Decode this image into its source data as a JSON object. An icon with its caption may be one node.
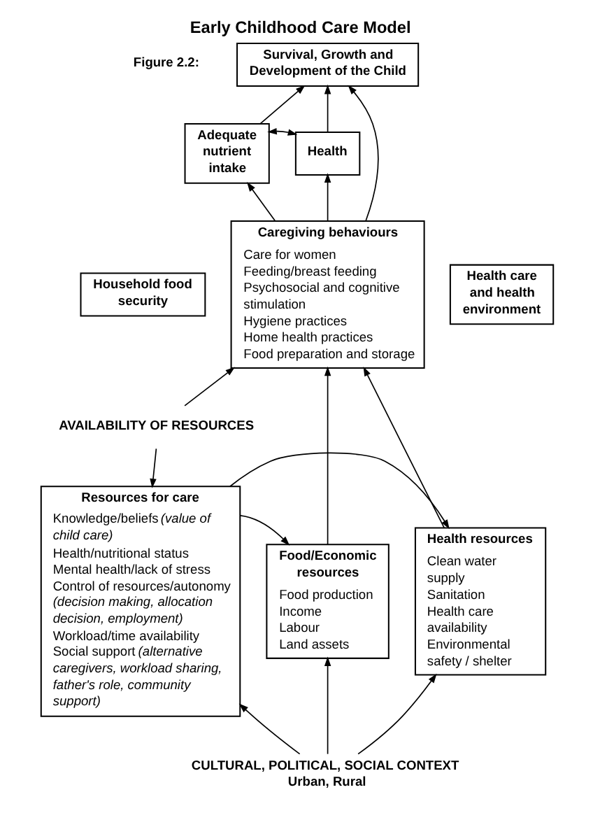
{
  "diagram": {
    "title": "Early Childhood Care Model",
    "nodes": [
      {
        "text": [
          "Survival, Growth and Development of the Child"
        ]
      },
      {
        "text": [
          "Adequate nutrient intake"
        ]
      },
      {
        "text": [
          "Health"
        ]
      },
      {
        "text": [
          "Caregiving behaviours",
          "Care for women",
          "Feeding/breast feeding",
          "Psychosocial and cognitive stimulation",
          "Hygiene practices",
          "Home health practices",
          "Food preparation and storage"
        ]
      },
      {
        "text": [
          "Household food security"
        ]
      },
      {
        "text": [
          "Health care and health environment"
        ]
      },
      {
        "text": [
          "AVAILABILITY OF RESOURCES"
        ]
      },
      {
        "text": [
          "Food/Economic resources",
          "Food production",
          "Income",
          "Labour",
          "Land assets"
        ]
      },
      {
        "text": [
          "Resources for care",
          "Knowledge/beliefs *(value of child care)*",
          "Health/nutritional status",
          "Mental health/lack of stress",
          "Control of resources/autonomy *(decision making, allocation decision, employment)*",
          "Workload/time availability",
          "Social support *(alternative caregivers, workload sharing, father's role, community support)*"
        ]
      },
      {
        "text": [
          "Health resources",
          "Clean water supply",
          "Sanitation",
          "Health care availability",
          "Environmental safety / shelter"
        ]
      },
      {
        "text": [
          "CULTURAL, POLITICAL, SOCIAL CONTEXT",
          "Urban, Rural"
        ]
      }
    ],
    "edges": [
      {
        "from": 1,
        "to": 0,
        "arrow": "to"
      },
      {
        "from": 2,
        "to": 0,
        "arrow": "to"
      },
      {
        "from": 3,
        "to": 0,
        "arrow": "to"
      },
      {
        "from": 1,
        "to": 2,
        "arrow": "both"
      },
      {
        "from": 3,
        "to": 1,
        "arrow": "to"
      },
      {
        "from": 3,
        "to": 2,
        "arrow": "to"
      },
      {
        "from": 7,
        "to": 3,
        "arrow": "to"
      },
      {
        "from": 9,
        "to": 3,
        "arrow": "to"
      },
      {
        "from": 6,
        "to": 3,
        "arrow": "to"
      },
      {
        "from": 6,
        "to": 8,
        "arrow": "to"
      },
      {
        "from": 8,
        "to": 7,
        "arrow": "to"
      },
      {
        "from": 8,
        "to": 9,
        "arrow": "to"
      },
      {
        "from": 10,
        "to": 7,
        "arrow": "to"
      },
      {
        "from": 10,
        "to": 8,
        "arrow": "to"
      },
      {
        "from": 10,
        "to": 9,
        "arrow": "to"
      }
    ],
    "labels": [
      "Figure 2.2:"
    ]
  }
}
